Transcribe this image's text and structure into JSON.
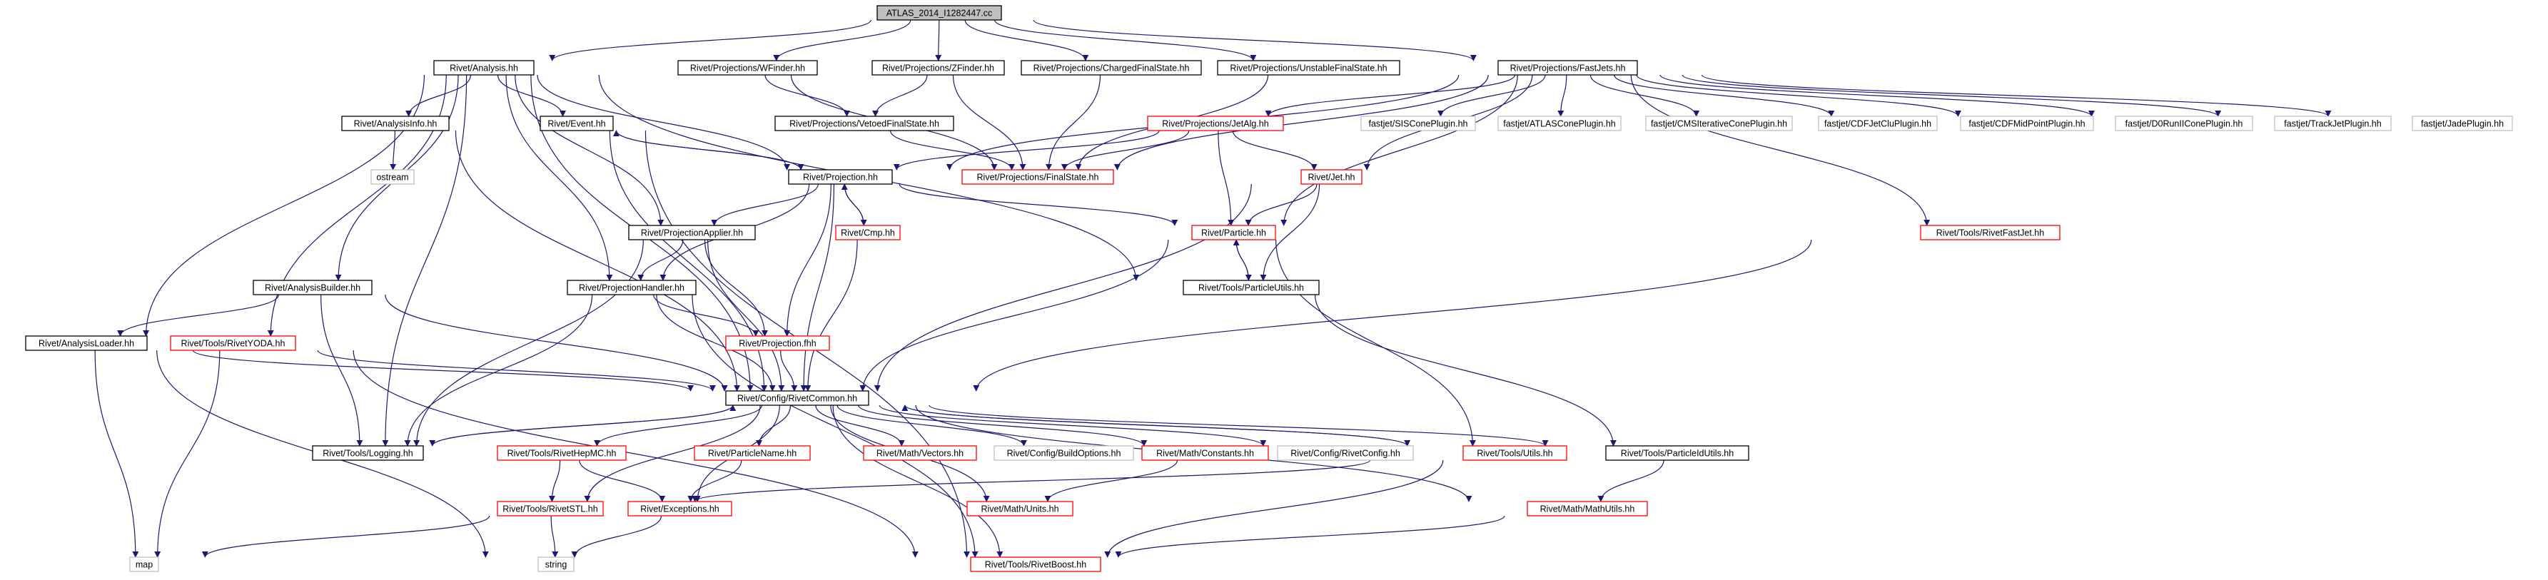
{
  "colors": {
    "edge": "#191970",
    "root_fill": "#bfbfbf",
    "node_fill": "#ffffff",
    "border_black": "#000000",
    "border_red": "#ff0000",
    "border_gray": "#bfbfbf",
    "text": "#000000"
  },
  "nodes": [
    {
      "id": "root",
      "label": "ATLAS_2014_I1282447.cc",
      "style": "root"
    },
    {
      "id": "analysis",
      "label": "Rivet/Analysis.hh",
      "style": "black"
    },
    {
      "id": "wfinder",
      "label": "Rivet/Projections/WFinder.hh",
      "style": "black"
    },
    {
      "id": "zfinder",
      "label": "Rivet/Projections/ZFinder.hh",
      "style": "black"
    },
    {
      "id": "chargedfs",
      "label": "Rivet/Projections/ChargedFinalState.hh",
      "style": "black"
    },
    {
      "id": "unstablefs",
      "label": "Rivet/Projections/UnstableFinalState.hh",
      "style": "black"
    },
    {
      "id": "fastjets",
      "label": "Rivet/Projections/FastJets.hh",
      "style": "black"
    },
    {
      "id": "analysisinfo",
      "label": "Rivet/AnalysisInfo.hh",
      "style": "black"
    },
    {
      "id": "event",
      "label": "Rivet/Event.hh",
      "style": "black"
    },
    {
      "id": "vetoedfs",
      "label": "Rivet/Projections/VetoedFinalState.hh",
      "style": "black"
    },
    {
      "id": "jetalg",
      "label": "Rivet/Projections/JetAlg.hh",
      "style": "red"
    },
    {
      "id": "siscone",
      "label": "fastjet/SISConePlugin.hh",
      "style": "gray"
    },
    {
      "id": "atlascone",
      "label": "fastjet/ATLASConePlugin.hh",
      "style": "gray"
    },
    {
      "id": "cmscone",
      "label": "fastjet/CMSIterativeConePlugin.hh",
      "style": "gray"
    },
    {
      "id": "cdfjetclu",
      "label": "fastjet/CDFJetCluPlugin.hh",
      "style": "gray"
    },
    {
      "id": "cdfmidpoint",
      "label": "fastjet/CDFMidPointPlugin.hh",
      "style": "gray"
    },
    {
      "id": "d0run",
      "label": "fastjet/D0RunIIConePlugin.hh",
      "style": "gray"
    },
    {
      "id": "trackjet",
      "label": "fastjet/TrackJetPlugin.hh",
      "style": "gray"
    },
    {
      "id": "jade",
      "label": "fastjet/JadePlugin.hh",
      "style": "gray"
    },
    {
      "id": "ostream",
      "label": "ostream",
      "style": "gray"
    },
    {
      "id": "finalstate",
      "label": "Rivet/Projections/FinalState.hh",
      "style": "red"
    },
    {
      "id": "projection",
      "label": "Rivet/Projection.hh",
      "style": "black"
    },
    {
      "id": "jet",
      "label": "Rivet/Jet.hh",
      "style": "red"
    },
    {
      "id": "cmp",
      "label": "Rivet/Cmp.hh",
      "style": "red"
    },
    {
      "id": "particle",
      "label": "Rivet/Particle.hh",
      "style": "red"
    },
    {
      "id": "projapplier",
      "label": "Rivet/ProjectionApplier.hh",
      "style": "black"
    },
    {
      "id": "rivetfastjet",
      "label": "Rivet/Tools/RivetFastJet.hh",
      "style": "red"
    },
    {
      "id": "analysisbuilder",
      "label": "Rivet/AnalysisBuilder.hh",
      "style": "black"
    },
    {
      "id": "projhandler",
      "label": "Rivet/ProjectionHandler.hh",
      "style": "black"
    },
    {
      "id": "particleutils",
      "label": "Rivet/Tools/ParticleUtils.hh",
      "style": "black"
    },
    {
      "id": "analysisloader",
      "label": "Rivet/AnalysisLoader.hh",
      "style": "black"
    },
    {
      "id": "rivetyoda",
      "label": "Rivet/Tools/RivetYODA.hh",
      "style": "red"
    },
    {
      "id": "projfhh",
      "label": "Rivet/Projection.fhh",
      "style": "red"
    },
    {
      "id": "rivetcommon",
      "label": "Rivet/Config/RivetCommon.hh",
      "style": "black"
    },
    {
      "id": "logging",
      "label": "Rivet/Tools/Logging.hh",
      "style": "black"
    },
    {
      "id": "rivethepmc",
      "label": "Rivet/Tools/RivetHepMC.hh",
      "style": "red"
    },
    {
      "id": "particlename",
      "label": "Rivet/ParticleName.hh",
      "style": "red"
    },
    {
      "id": "vectors",
      "label": "Rivet/Math/Vectors.hh",
      "style": "red"
    },
    {
      "id": "buildoptions",
      "label": "Rivet/Config/BuildOptions.hh",
      "style": "gray"
    },
    {
      "id": "constants",
      "label": "Rivet/Math/Constants.hh",
      "style": "red"
    },
    {
      "id": "rivetconfig",
      "label": "Rivet/Config/RivetConfig.hh",
      "style": "gray"
    },
    {
      "id": "toolsutils",
      "label": "Rivet/Tools/Utils.hh",
      "style": "red"
    },
    {
      "id": "particleidutils",
      "label": "Rivet/Tools/ParticleIdUtils.hh",
      "style": "black"
    },
    {
      "id": "rivetstl",
      "label": "Rivet/Tools/RivetSTL.hh",
      "style": "red"
    },
    {
      "id": "exceptions",
      "label": "Rivet/Exceptions.hh",
      "style": "red"
    },
    {
      "id": "units",
      "label": "Rivet/Math/Units.hh",
      "style": "red"
    },
    {
      "id": "mathutils",
      "label": "Rivet/Math/MathUtils.hh",
      "style": "red"
    },
    {
      "id": "map",
      "label": "map",
      "style": "gray"
    },
    {
      "id": "string",
      "label": "string",
      "style": "gray"
    },
    {
      "id": "rivetboost",
      "label": "Rivet/Tools/RivetBoost.hh",
      "style": "red"
    }
  ]
}
